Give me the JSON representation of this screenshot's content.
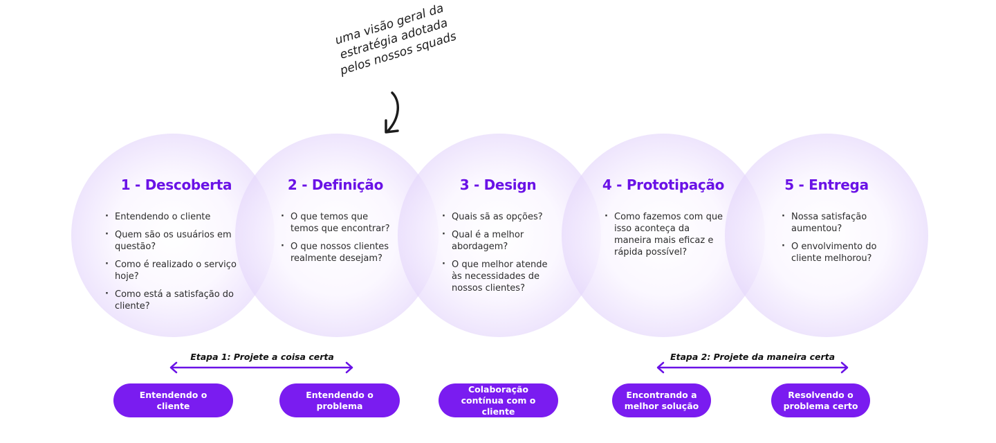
{
  "annotation": {
    "lines": [
      "uma visão geral da",
      "estratégia adotada",
      "pelos nossos squads"
    ]
  },
  "stages": [
    {
      "title": "1 - Descoberta",
      "questions": [
        "Entendendo o cliente",
        "Quem são os usuários em questão?",
        "Como é realizado o serviço hoje?",
        "Como está a satisfação do cliente?"
      ]
    },
    {
      "title": "2 - Definição",
      "questions": [
        "O que temos que temos que encontrar?",
        "O que nossos clientes realmente desejam?"
      ]
    },
    {
      "title": "3 - Design",
      "questions": [
        "Quais sã as opções?",
        "Qual é a melhor abordagem?",
        "O que melhor atende às necessidades de nossos clientes?"
      ]
    },
    {
      "title": "4 - Prototipação",
      "questions": [
        "Como fazemos com que isso aconteça da maneira mais eficaz e rápida possível?"
      ]
    },
    {
      "title": "5 - Entrega",
      "questions": [
        "Nossa satisfação aumentou?",
        "O envolvimento do cliente melhorou?"
      ]
    }
  ],
  "phases": [
    {
      "label": "Etapa 1: Projete a coisa certa"
    },
    {
      "label": "Etapa 2: Projete da maneira certa"
    }
  ],
  "pills": [
    {
      "label": "Entendendo o cliente"
    },
    {
      "label": "Entendendo o problema"
    },
    {
      "label": "Colaboração contínua com o cliente"
    },
    {
      "label": "Encontrando a melhor solução"
    },
    {
      "label": "Resolvendo o problema certo"
    }
  ],
  "colors": {
    "accent": "#6a12e6",
    "pill": "#7a1cf0",
    "circle": "#d9c8fa"
  }
}
